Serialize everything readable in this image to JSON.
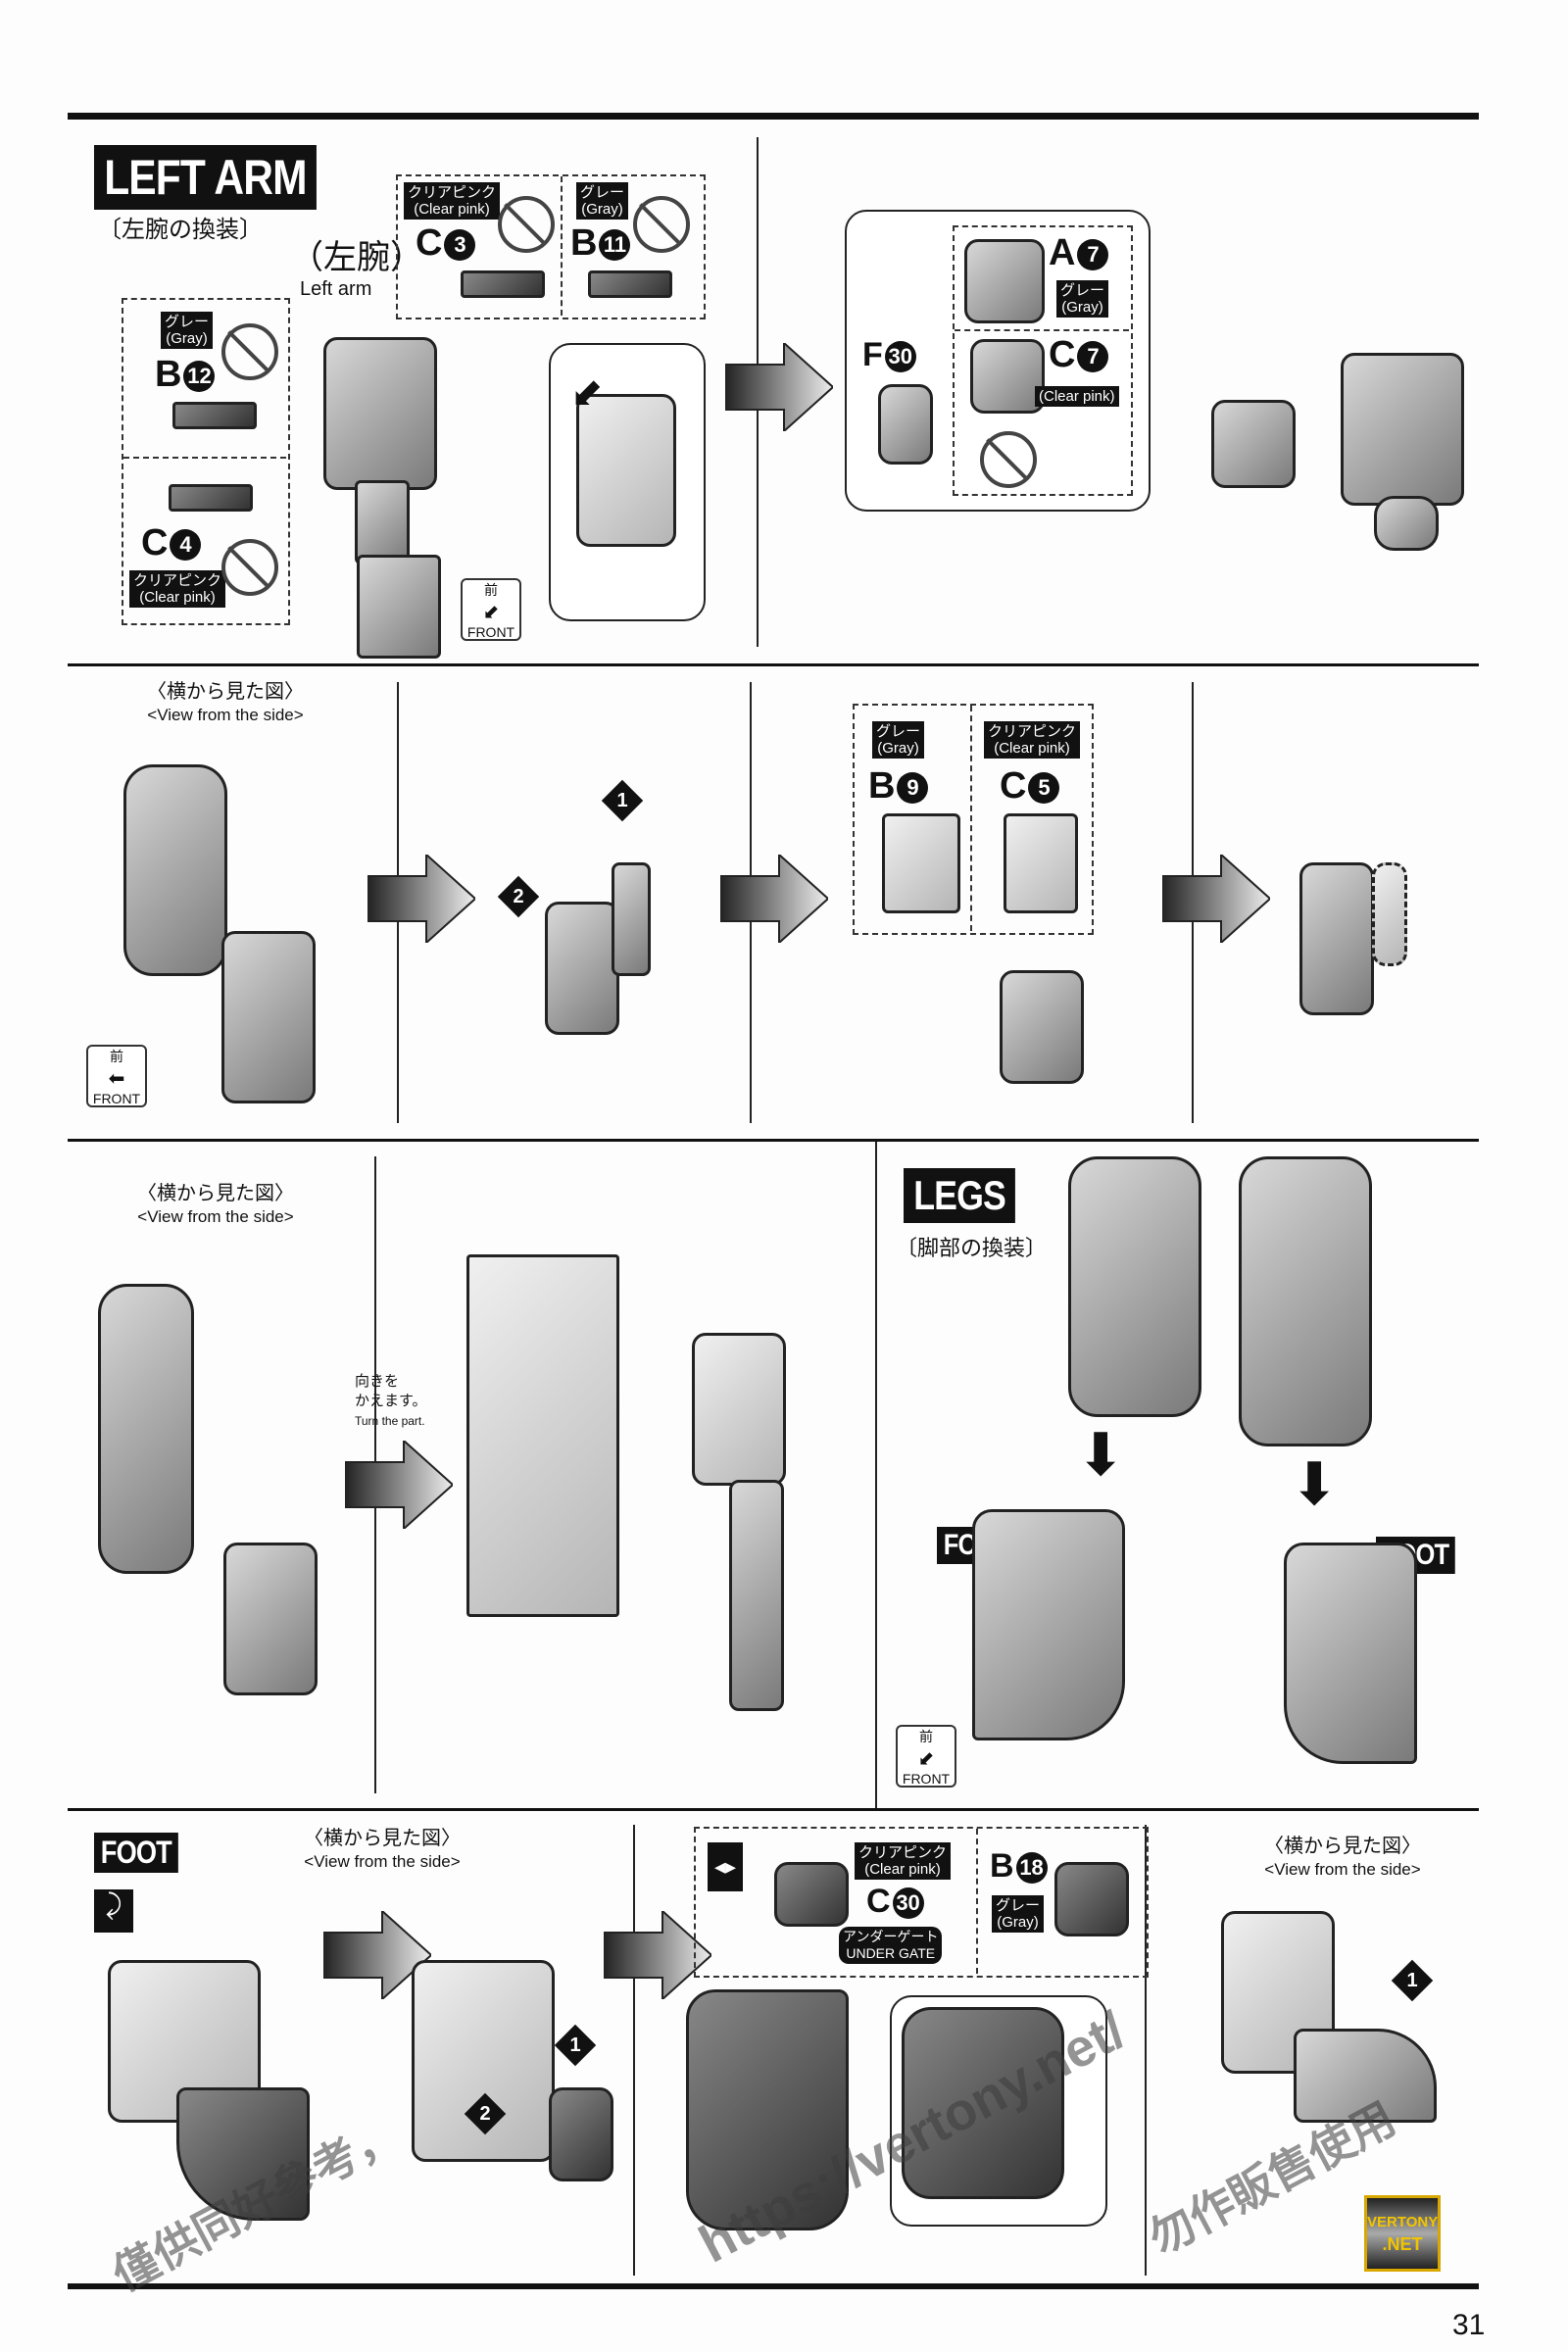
{
  "page_number": "31",
  "left_arm": {
    "title": "LEFT ARM",
    "subtitle": "〔左腕の換装〕",
    "callout_jp": "（左腕）",
    "callout_en": "Left arm",
    "parts": [
      {
        "color_jp": "クリアピンク",
        "color_en": "(Clear pink)",
        "letter": "C",
        "num": "3"
      },
      {
        "color_jp": "グレー",
        "color_en": "(Gray)",
        "letter": "B",
        "num": "11"
      },
      {
        "color_jp": "グレー",
        "color_en": "(Gray)",
        "letter": "B",
        "num": "12"
      },
      {
        "color_jp": "クリアピンク",
        "color_en": "(Clear pink)",
        "letter": "C",
        "num": "4"
      }
    ],
    "front_jp": "前",
    "front_en": "FRONT",
    "right_parts": [
      {
        "letter": "A",
        "num": "7",
        "color_jp": "グレー",
        "color_en": "(Gray)"
      },
      {
        "letter": "C",
        "num": "7",
        "color_jp": "クリアピンク",
        "color_en": "(Clear pink)"
      },
      {
        "letter": "F",
        "num": "30"
      }
    ]
  },
  "row2": {
    "view_jp": "〈横から見た図〉",
    "view_en": "<View from the side>",
    "front_jp": "前",
    "front_en": "FRONT",
    "step1": "1",
    "step2": "2",
    "parts": [
      {
        "color_jp": "グレー",
        "color_en": "(Gray)",
        "letter": "B",
        "num": "9"
      },
      {
        "color_jp": "クリアピンク",
        "color_en": "(Clear pink)",
        "letter": "C",
        "num": "5"
      }
    ]
  },
  "row3": {
    "view_jp": "〈横から見た図〉",
    "view_en": "<View from the side>",
    "turn_jp1": "向きを",
    "turn_jp2": "かえます。",
    "turn_en": "Turn the part.",
    "legs_title": "LEGS",
    "legs_subtitle": "〔脚部の換装〕",
    "foot_label_left": "FOOT",
    "foot_label_right": "FOOT",
    "front_jp": "前",
    "front_en": "FRONT"
  },
  "row4": {
    "foot_title": "FOOT",
    "view_jp": "〈横から見た図〉",
    "view_en": "<View from the side>",
    "step1": "1",
    "step2": "2",
    "parts": [
      {
        "color_jp": "クリアピンク",
        "color_en": "(Clear pink)",
        "letter": "C",
        "num": "30",
        "gate_jp": "アンダーゲート",
        "gate_en": "UNDER GATE"
      },
      {
        "color_jp": "グレー",
        "color_en": "(Gray)",
        "letter": "B",
        "num": "18"
      }
    ],
    "view2_jp": "〈横から見た図〉",
    "view2_en": "<View from the side>",
    "step1b": "1"
  },
  "watermark": {
    "url": "https://vertony.net/",
    "line1": "僅供同好參考，",
    "line2": "勿作販售使用",
    "logo1": "VERTONY",
    "logo2": ".NET"
  }
}
